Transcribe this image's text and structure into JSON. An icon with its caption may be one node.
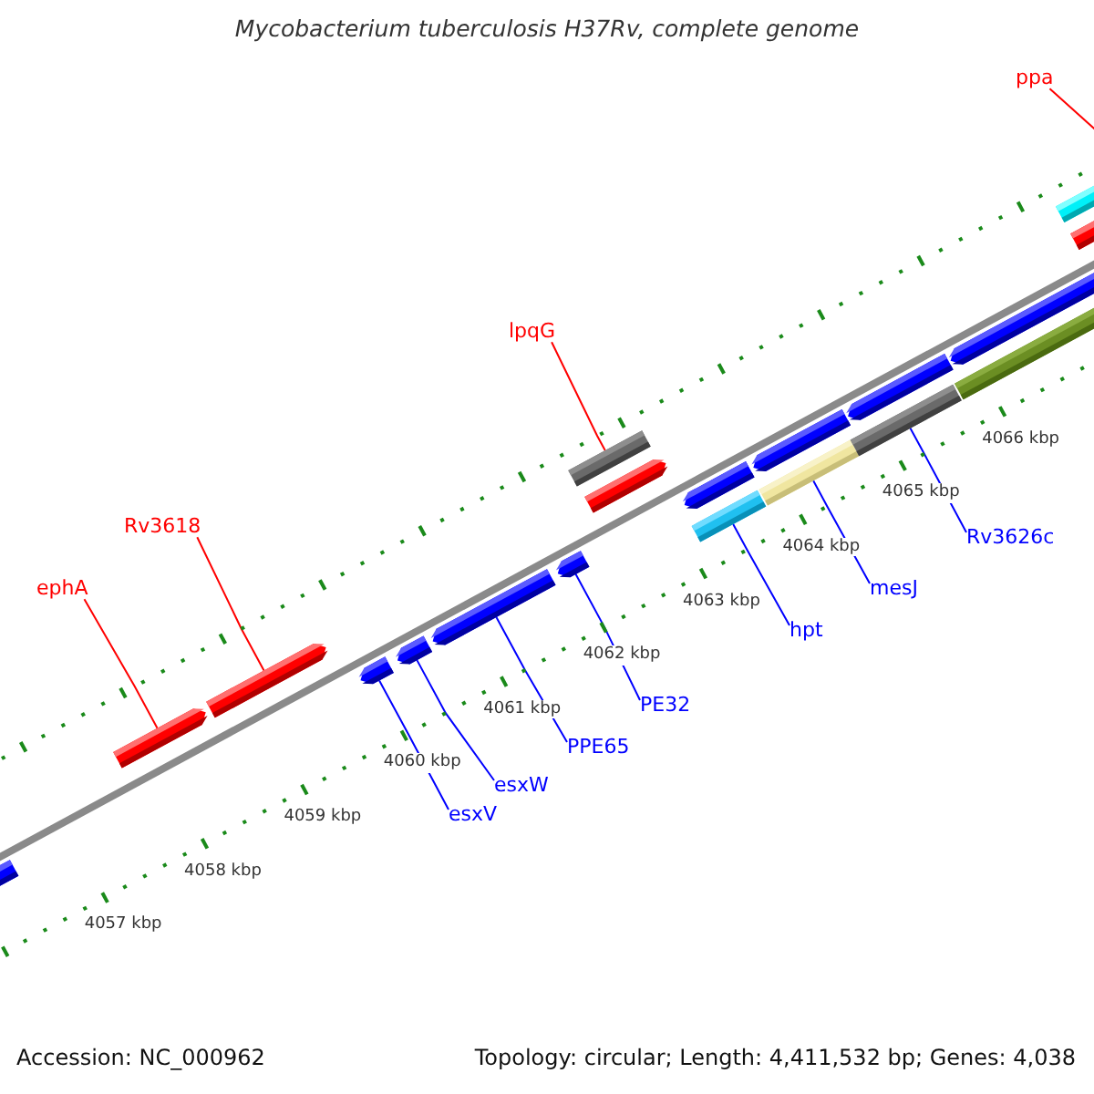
{
  "diagram": {
    "title": "Mycobacterium tuberculosis H37Rv, complete genome",
    "nodes": [
      {
        "text": [
          "ephA"
        ]
      },
      {
        "text": [
          "Rv3618"
        ]
      },
      {
        "text": [
          "lpqG"
        ]
      },
      {
        "text": [
          "ppa"
        ]
      },
      {
        "text": [
          "esxV"
        ]
      },
      {
        "text": [
          "esxW"
        ]
      },
      {
        "text": [
          "PPE65"
        ]
      },
      {
        "text": [
          "PE32"
        ]
      },
      {
        "text": [
          "hpt"
        ]
      },
      {
        "text": [
          "mesJ"
        ]
      },
      {
        "text": [
          "Rv3626c"
        ]
      },
      {
        "text": [],
        "shape": "arrow"
      },
      {
        "text": [],
        "shape": "arrow"
      },
      {
        "text": [],
        "shape": "bar"
      },
      {
        "text": [],
        "shape": "bar"
      },
      {
        "text": [],
        "shape": "arrow"
      },
      {
        "text": [],
        "shape": "arrow"
      },
      {
        "text": [],
        "shape": "arrow"
      },
      {
        "text": [],
        "shape": "arrow"
      },
      {
        "text": [],
        "shape": "bar"
      },
      {
        "text": [],
        "shape": "bar"
      },
      {
        "text": [],
        "shape": "bar"
      },
      {
        "text": [],
        "shape": "arrow"
      },
      {
        "text": [],
        "shape": "arrow"
      },
      {
        "text": [],
        "shape": "arrow"
      },
      {
        "text": [],
        "shape": "arrow"
      },
      {
        "text": [],
        "shape": "arrow"
      },
      {
        "text": [],
        "shape": "arrow"
      },
      {
        "text": [],
        "shape": "bar"
      },
      {
        "text": [],
        "shape": "arrow"
      }
    ],
    "edges": [
      {
        "from": 0,
        "to": 11,
        "arrow": "none",
        "color": "#ff0000"
      },
      {
        "from": 1,
        "to": 12,
        "arrow": "none",
        "color": "#ff0000"
      },
      {
        "from": 2,
        "to": 13,
        "arrow": "none",
        "color": "#ff0000"
      },
      {
        "from": 3,
        "to": 14,
        "arrow": "none",
        "color": "#ff0000"
      },
      {
        "from": 4,
        "to": 15,
        "arrow": "none"
      },
      {
        "from": 5,
        "to": 16,
        "arrow": "none"
      },
      {
        "from": 6,
        "to": 17,
        "arrow": "none"
      },
      {
        "from": 7,
        "to": 18,
        "arrow": "none"
      },
      {
        "from": 8,
        "to": 19,
        "arrow": "none"
      },
      {
        "from": 9,
        "to": 20,
        "arrow": "none"
      },
      {
        "from": 10,
        "to": 21,
        "arrow": "none"
      }
    ],
    "labels": [
      "4057 kbp",
      "4058 kbp",
      "4059 kbp",
      "4060 kbp",
      "4061 kbp",
      "4062 kbp",
      "4063 kbp",
      "4064 kbp",
      "4065 kbp",
      "4066 kbp",
      "Accession: NC_000962",
      "Topology: circular; Length: 4,411,532 bp; Genes: 4,038"
    ]
  }
}
